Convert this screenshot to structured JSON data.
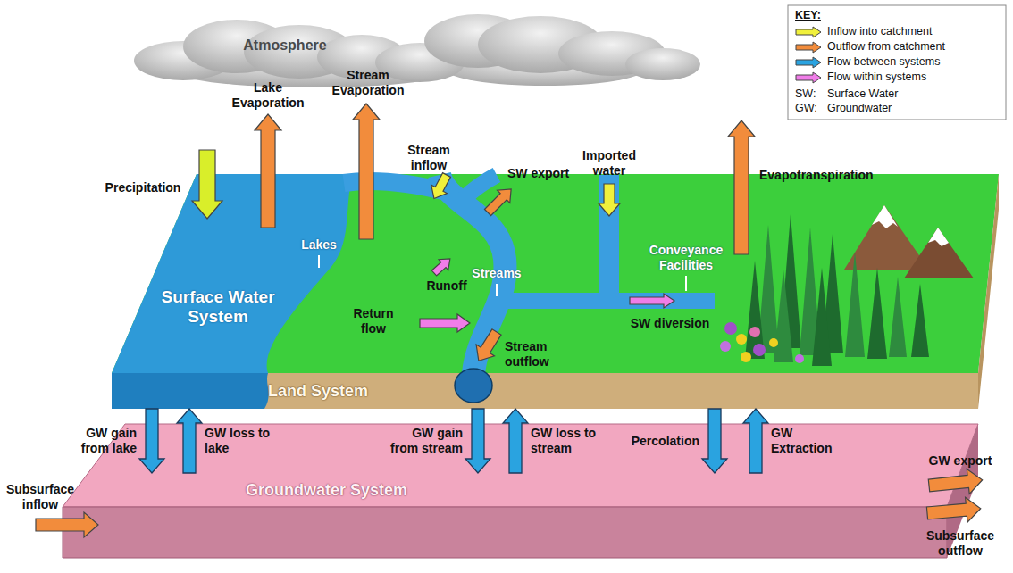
{
  "diagram": {
    "nodes": [
      {
        "text": [
          "Atmosphere"
        ]
      },
      {
        "text": [
          "Surface Water System"
        ]
      },
      {
        "text": [
          "Land System"
        ]
      },
      {
        "text": [
          "Groundwater System"
        ]
      }
    ],
    "edges": [
      {
        "from": 1,
        "to": 3,
        "arrow": "to",
        "label": "GW gain from lake"
      },
      {
        "from": 3,
        "to": 1,
        "arrow": "to",
        "label": "GW loss to lake"
      },
      {
        "from": 2,
        "to": 3,
        "arrow": "to",
        "label": "GW gain from stream"
      },
      {
        "from": 3,
        "to": 2,
        "arrow": "to",
        "label": "GW loss to stream"
      },
      {
        "from": 2,
        "to": 3,
        "arrow": "to",
        "label": "Percolation"
      },
      {
        "from": 3,
        "to": 2,
        "arrow": "to",
        "label": "GW Extraction"
      }
    ],
    "labels": [
      "Lake Evaporation",
      "Stream Evaporation",
      "Precipitation",
      "Stream inflow",
      "SW export",
      "Imported water",
      "Evapotranspiration",
      "Lakes",
      "Runoff",
      "Streams",
      "Conveyance Facilities",
      "Return flow",
      "SW diversion",
      "Stream outflow",
      "Subsurface inflow",
      "GW export",
      "Subsurface outflow",
      "KEY:",
      "SW:",
      "Surface Water",
      "GW:",
      "Groundwater"
    ],
    "legend": [
      {
        "text": "Inflow into catchment",
        "color": "#f0f03c"
      },
      {
        "text": "Outflow from catchment",
        "color": "#f28c3c"
      },
      {
        "text": "Flow between systems",
        "color": "#2aa3e0"
      },
      {
        "text": "Flow within systems",
        "color": "#f07de8"
      }
    ]
  }
}
